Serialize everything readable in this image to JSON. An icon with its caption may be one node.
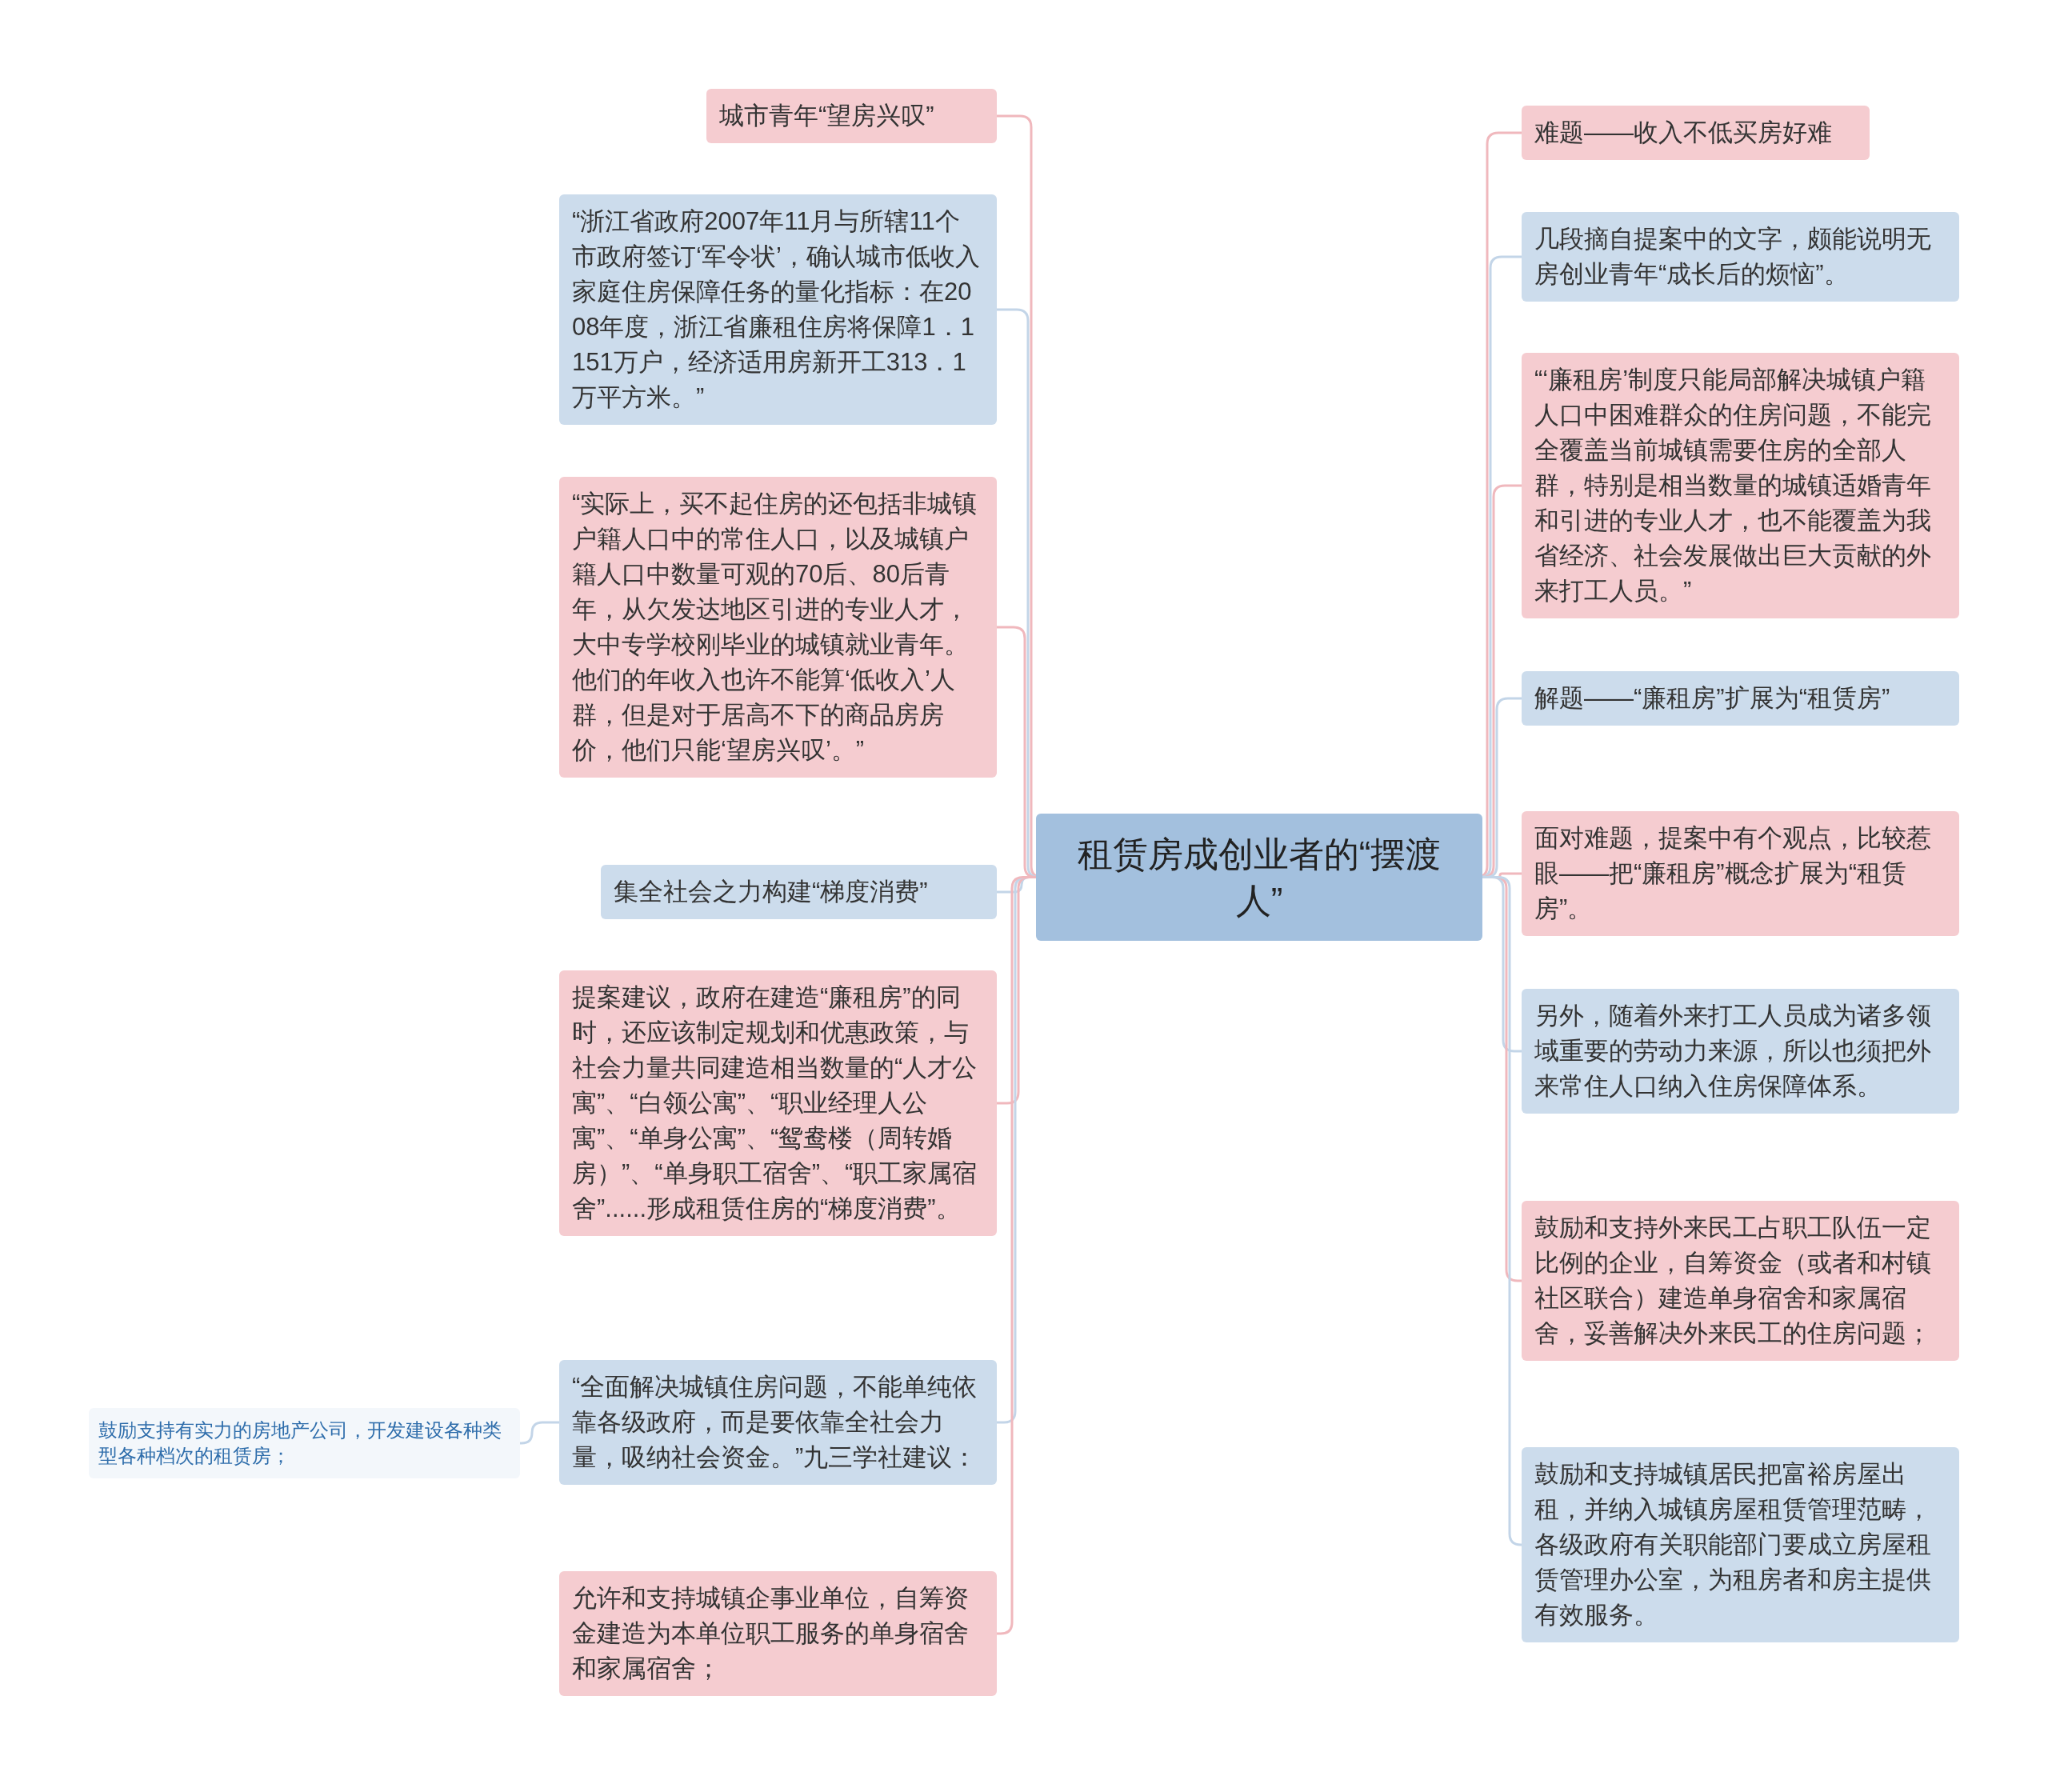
{
  "diagram": {
    "nodes": [
      {
        "text": [
          "租赁房成创业者的“摆渡人”"
        ]
      },
      {
        "text": [
          "城市青年“望房兴叹”"
        ]
      },
      {
        "text": [
          "“浙江省政府2007年11月与所辖11个市政府签订‘军令状’，确认城市低收入家庭住房保障任务的量化指标：在2008年度，浙江省廉租住房将保障1．1151万户，经济适用房新开工313．1万平方米。”"
        ]
      },
      {
        "text": [
          "“实际上，买不起住房的还包括非城镇户籍人口中的常住人口，以及城镇户籍人口中数量可观的70后、80后青年，从欠发达地区引进的专业人才，大中专学校刚毕业的城镇就业青年。他们的年收入也许不能算‘低收入’人群，但是对于居高不下的商品房房价，他们只能‘望房兴叹’。”"
        ]
      },
      {
        "text": [
          "集全社会之力构建“梯度消费”"
        ]
      },
      {
        "text": [
          "提案建议，政府在建造“廉租房”的同时，还应该制定规划和优惠政策，与社会力量共同建造相当数量的“人才公寓”、“白领公寓”、“职业经理人公寓”、“单身公寓”、“鸳鸯楼（周转婚房）”、“单身职工宿舍”、“职工家属宿舍”......形成租赁住房的“梯度消费”。"
        ]
      },
      {
        "text": [
          "“全面解决城镇住房问题，不能单纯依靠各级政府，而是要依靠全社会力量，吸纳社会资金。”九三学社建议："
        ]
      },
      {
        "text": [
          "允许和支持城镇企事业单位，自筹资金建造为本单位职工服务的单身宿舍和家属宿舍；"
        ]
      },
      {
        "text": [
          "鼓励支持有实力的房地产公司，开发建设各种类型各种档次的租赁房；"
        ]
      },
      {
        "text": [
          "难题——收入不低买房好难"
        ]
      },
      {
        "text": [
          "几段摘自提案中的文字，颇能说明无房创业青年“成长后的烦恼”。"
        ]
      },
      {
        "text": [
          "“‘廉租房’制度只能局部解决城镇户籍人口中困难群众的住房问题，不能完全覆盖当前城镇需要住房的全部人群，特别是相当数量的城镇适婚青年和引进的专业人才，也不能覆盖为我省经济、社会发展做出巨大贡献的外来打工人员。”"
        ]
      },
      {
        "text": [
          "解题——“廉租房”扩展为“租赁房”"
        ]
      },
      {
        "text": [
          "面对难题，提案中有个观点，比较惹眼——把“廉租房”概念扩展为“租赁房”。"
        ]
      },
      {
        "text": [
          "另外，随着外来打工人员成为诸多领域重要的劳动力来源，所以也须把外来常住人口纳入住房保障体系。"
        ]
      },
      {
        "text": [
          "鼓励和支持外来民工占职工队伍一定比例的企业，自筹资金（或者和村镇社区联合）建造单身宿舍和家属宿舍，妥善解决外来民工的住房问题；"
        ]
      },
      {
        "text": [
          "鼓励和支持城镇居民把富裕房屋出租，并纳入城镇房屋租赁管理范畴，各级政府有关职能部门要成立房屋租赁管理办公室，为租房者和房主提供有效服务。"
        ]
      }
    ],
    "edges": [
      {
        "from": 0,
        "to": 1,
        "arrow": "none",
        "color": "#f0b8bd"
      },
      {
        "from": 0,
        "to": 2,
        "arrow": "none",
        "color": "#c3d5e8"
      },
      {
        "from": 0,
        "to": 3,
        "arrow": "none",
        "color": "#f0b8bd"
      },
      {
        "from": 0,
        "to": 4,
        "arrow": "none",
        "color": "#c3d5e8"
      },
      {
        "from": 0,
        "to": 5,
        "arrow": "none",
        "color": "#f0b8bd"
      },
      {
        "from": 0,
        "to": 6,
        "arrow": "none",
        "color": "#c3d5e8"
      },
      {
        "from": 0,
        "to": 7,
        "arrow": "none",
        "color": "#f0b8bd"
      },
      {
        "from": 6,
        "to": 8,
        "arrow": "none",
        "color": "#c3d5e8"
      },
      {
        "from": 0,
        "to": 9,
        "arrow": "none",
        "color": "#f0b8bd"
      },
      {
        "from": 0,
        "to": 10,
        "arrow": "none",
        "color": "#c3d5e8"
      },
      {
        "from": 0,
        "to": 11,
        "arrow": "none",
        "color": "#f0b8bd"
      },
      {
        "from": 0,
        "to": 12,
        "arrow": "none",
        "color": "#c3d5e8"
      },
      {
        "from": 0,
        "to": 13,
        "arrow": "none",
        "color": "#f0b8bd"
      },
      {
        "from": 0,
        "to": 14,
        "arrow": "none",
        "color": "#c3d5e8"
      },
      {
        "from": 0,
        "to": 15,
        "arrow": "none",
        "color": "#f0b8bd"
      },
      {
        "from": 0,
        "to": 16,
        "arrow": "none",
        "color": "#c3d5e8"
      }
    ]
  }
}
